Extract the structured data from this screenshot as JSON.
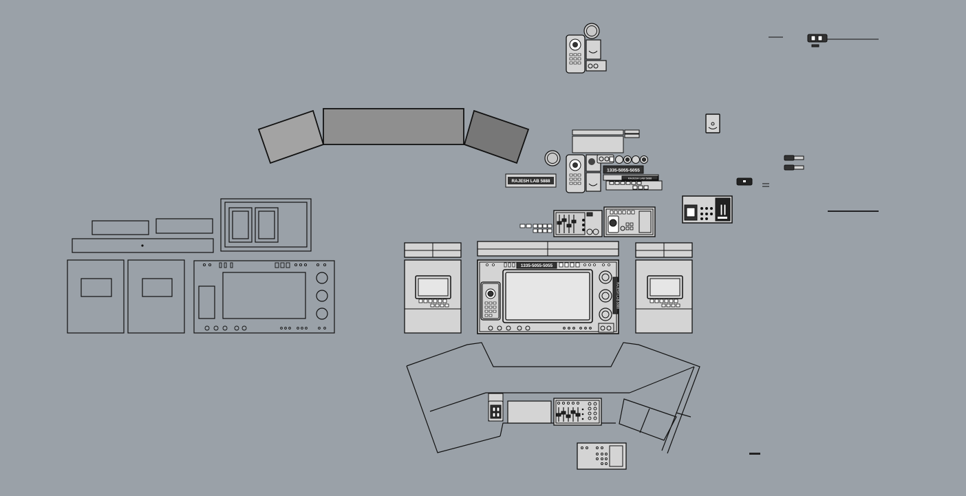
{
  "viewport": {
    "background_color": "#9aa1a8",
    "line_color": "#111111",
    "panel_fill": "#d4d4d4",
    "screen_fill": "#e6e6e6"
  },
  "labels": {
    "main_console_banner": "1335-5055-5055",
    "mid_console_banner": "1335-5055-5055",
    "plate_label": "RAJESH LAB 5888",
    "plate_label_small": "RAJESH LAB 5888",
    "side_vertical_label": "RAJESH LAB 5888"
  },
  "monitors": {
    "left_fill": "#a3a3a3",
    "center_fill": "#8f8f8f",
    "right_fill": "#777777"
  }
}
